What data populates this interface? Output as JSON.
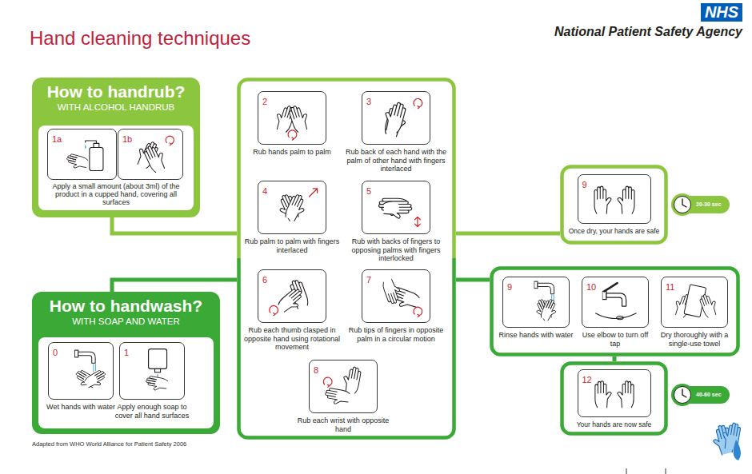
{
  "diagram": {
    "title": "Hand cleaning techniques",
    "nodes": [
      {
        "text": [
          "How to handrub?",
          "WITH ALCOHOL HANDRUB",
          "Apply a small amount (about 3ml) of the product in a cupped hand, covering all surfaces"
        ]
      },
      {
        "text": [
          "1a"
        ],
        "in": 0
      },
      {
        "text": [
          "1b"
        ],
        "in": 0
      },
      {
        "text": []
      },
      {
        "text": [
          "2",
          "Rub hands palm to palm"
        ],
        "in": 3
      },
      {
        "text": [
          "3",
          "Rub back of each hand with the palm of other hand with fingers interlaced"
        ],
        "in": 3
      },
      {
        "text": [
          "4",
          "Rub palm to palm with fingers interlaced"
        ],
        "in": 3
      },
      {
        "text": [
          "5",
          "Rub with backs of fingers to opposing palms with fingers interlocked"
        ],
        "in": 3
      },
      {
        "text": [
          "6",
          "Rub each thumb clasped in opposite hand using rotational movement"
        ],
        "in": 3
      },
      {
        "text": [
          "7",
          "Rub tips of fingers in opposite palm in a circular motion"
        ],
        "in": 3
      },
      {
        "text": [
          "8",
          "Rub each wrist with opposite hand"
        ],
        "in": 3
      },
      {
        "text": [
          "9",
          "Once dry, your hands are safe"
        ]
      },
      {
        "text": [
          "20-30 sec"
        ]
      },
      {
        "text": [
          "How to handwash?",
          "WITH SOAP AND WATER"
        ]
      },
      {
        "text": [
          "0",
          "Wet hands with water"
        ],
        "in": 13
      },
      {
        "text": [
          "1",
          "Apply enough soap to cover all hand surfaces"
        ],
        "in": 13
      },
      {
        "text": []
      },
      {
        "text": [
          "9",
          "Rinse hands with water"
        ],
        "in": 16
      },
      {
        "text": [
          "10",
          "Use elbow to turn off tap"
        ],
        "in": 16
      },
      {
        "text": [
          "11",
          "Dry thoroughly with a single-use towel"
        ],
        "in": 16
      },
      {
        "text": [
          "12",
          "Your hands are now safe"
        ]
      },
      {
        "text": [
          "40-60 sec"
        ]
      }
    ],
    "edges": [
      {
        "from": 0,
        "to": 3,
        "arrow": "none"
      },
      {
        "from": 3,
        "to": 11,
        "arrow": "none"
      },
      {
        "from": 13,
        "to": 3,
        "arrow": "none"
      },
      {
        "from": 3,
        "to": 16,
        "arrow": "none"
      },
      {
        "from": 16,
        "to": 20,
        "arrow": "none"
      }
    ],
    "labels": [
      "NHS",
      "National Patient Safety Agency",
      "Adapted from WHO World Alliance for Patient Safety 2006"
    ]
  }
}
